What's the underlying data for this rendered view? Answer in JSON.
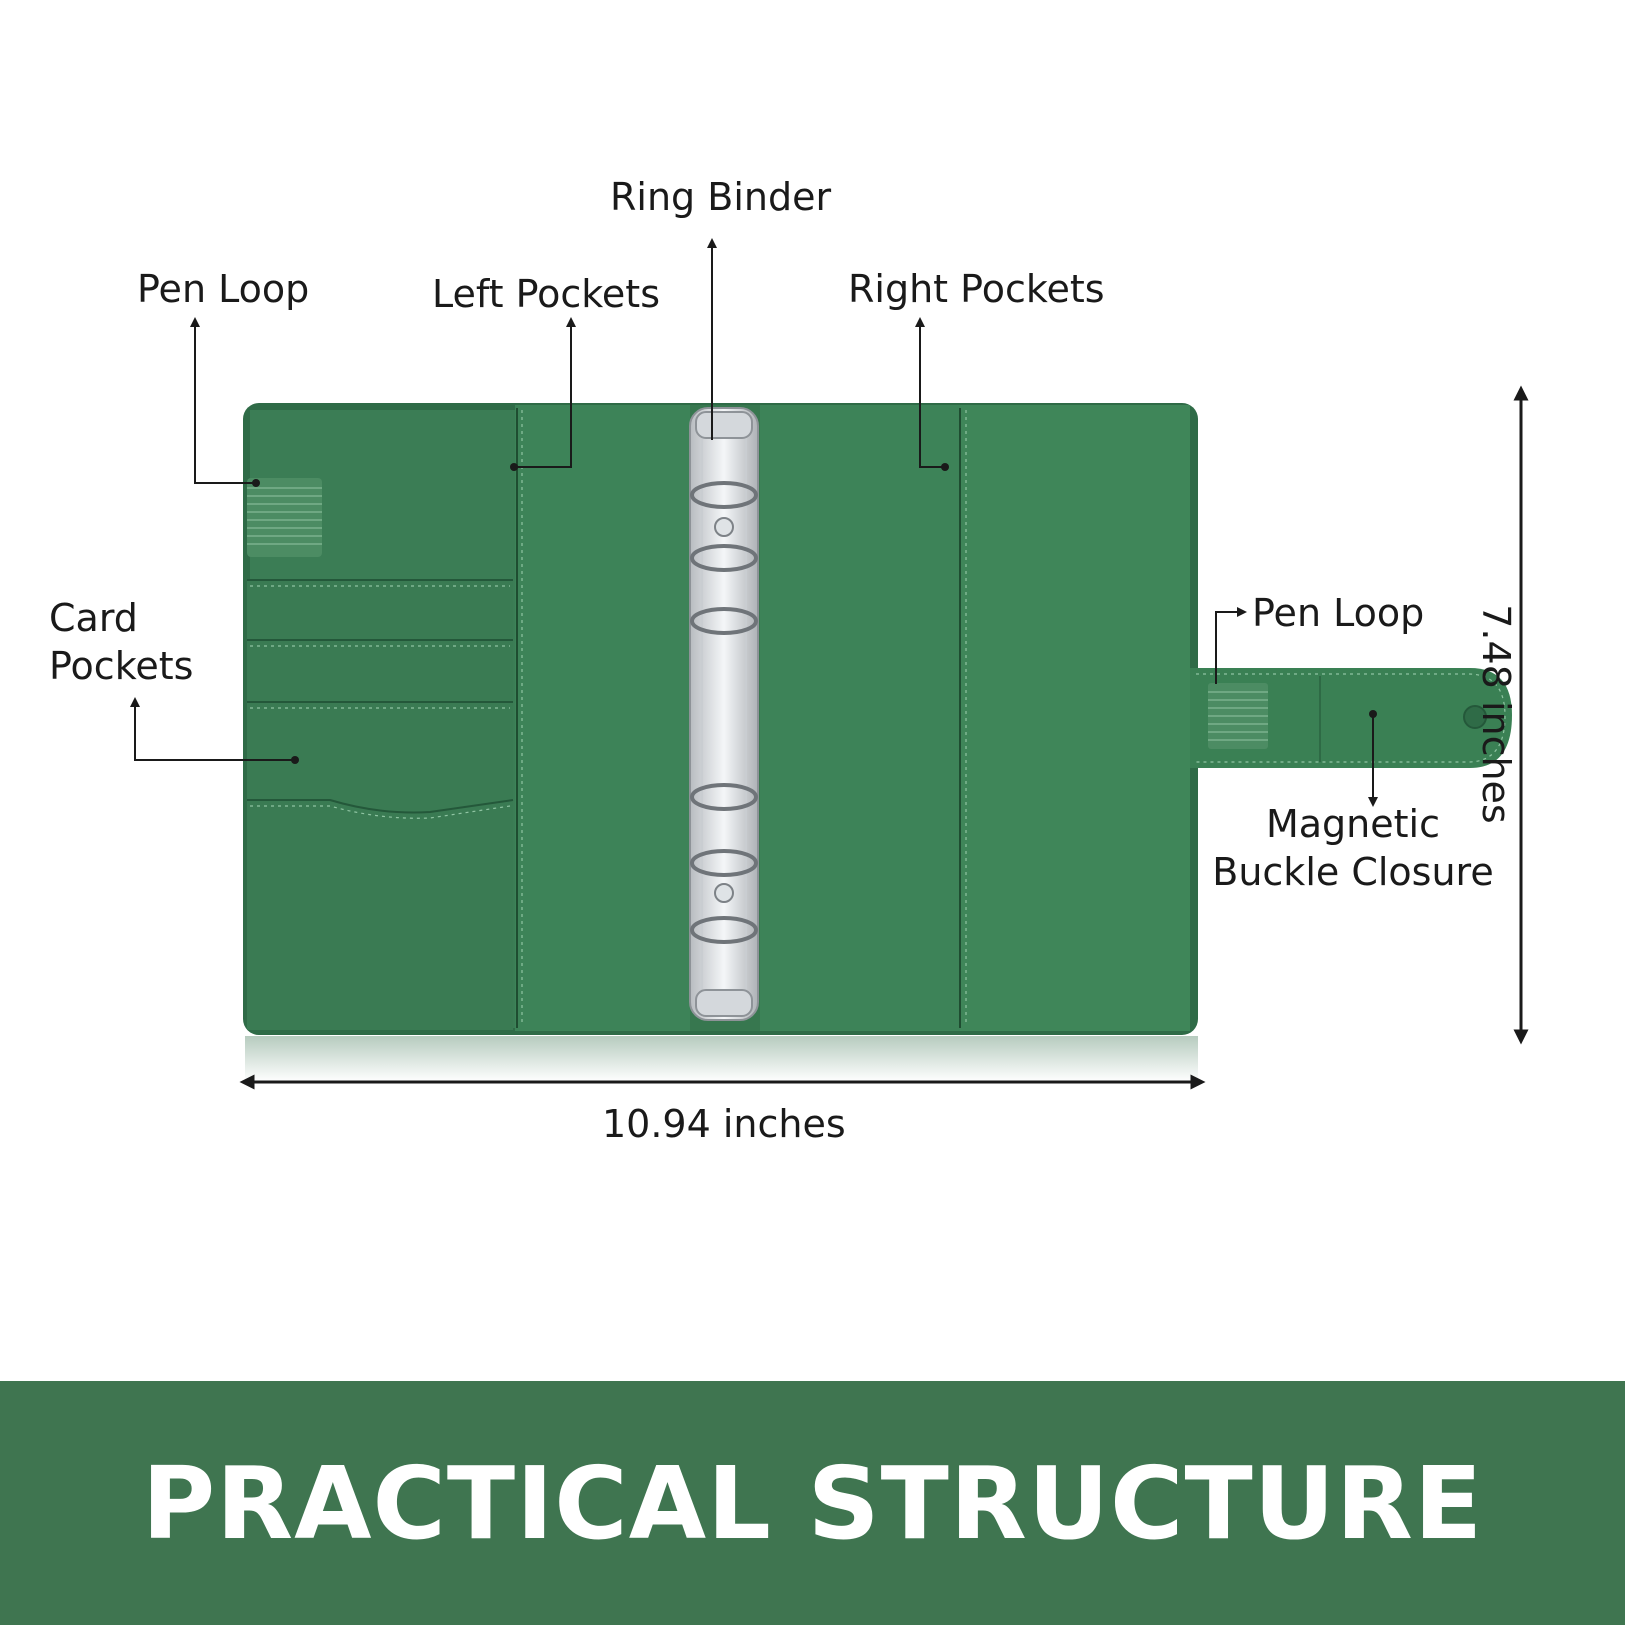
{
  "callouts": {
    "ring_binder": "Ring Binder",
    "pen_loop_left": "Pen Loop",
    "left_pockets": "Left Pockets",
    "right_pockets": "Right Pockets",
    "card_pockets": "Card\nPockets",
    "pen_loop_right": "Pen Loop",
    "magnetic_closure": "Magnetic\nBuckle Closure"
  },
  "dimensions": {
    "width": "10.94 inches",
    "height": "7.48 inches"
  },
  "banner": {
    "title": "PRACTICAL STRUCTURE"
  },
  "colors": {
    "cover_green": "#2f6b47",
    "inner_green": "#3d8358",
    "banner_green": "#3f7550",
    "text_dark": "#1a1a1a"
  }
}
